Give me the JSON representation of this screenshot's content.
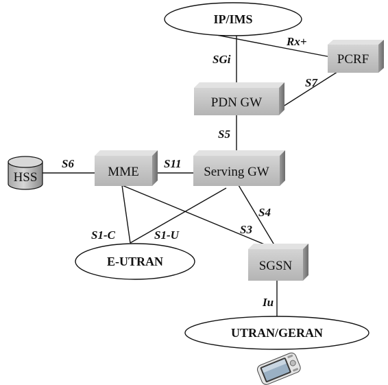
{
  "nodes": {
    "ip_ims": "IP/IMS",
    "pcrf": "PCRF",
    "pdn_gw": "PDN GW",
    "serving_gw": "Serving GW",
    "mme": "MME",
    "hss": "HSS",
    "sgsn": "SGSN",
    "e_utran": "E-UTRAN",
    "utran_geran": "UTRAN/GERAN"
  },
  "interfaces": {
    "sgi": "SGi",
    "rx": "Rx+",
    "s7": "S7",
    "s5": "S5",
    "s6": "S6",
    "s11": "S11",
    "s4": "S4",
    "s3": "S3",
    "s1c": "S1-C",
    "s1u": "S1-U",
    "iu": "Iu"
  },
  "icons": {
    "handset": "handheld-device-icon"
  },
  "colors": {
    "box_front": "#c8c8c8",
    "box_top": "#e2e2e2",
    "box_side": "#8e8e8e",
    "line": "#111111"
  }
}
